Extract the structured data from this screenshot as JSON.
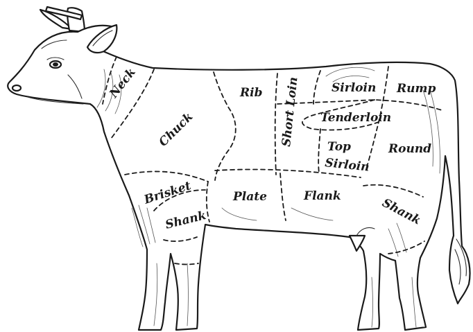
{
  "diagram": {
    "labels": {
      "neck": "Neck",
      "chuck": "Chuck",
      "rib": "Rib",
      "short_loin": "Short Loin",
      "sirloin": "Sirloin",
      "rump": "Rump",
      "tenderloin": "Tenderloin",
      "top_sirloin_line1": "Top",
      "top_sirloin_line2": "Sirloin",
      "round": "Round",
      "brisket": "Brisket",
      "shank_front": "Shank",
      "plate": "Plate",
      "flank": "Flank",
      "shank_rear": "Shank"
    }
  }
}
